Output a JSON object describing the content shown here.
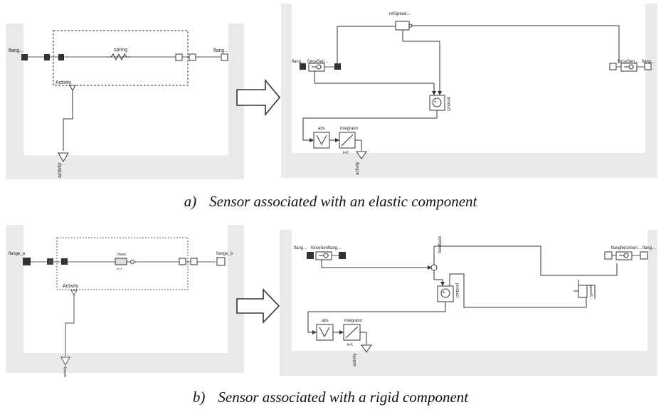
{
  "captions": {
    "a": {
      "letter": "a)",
      "text": "Sensor associated with an elastic component"
    },
    "b": {
      "letter": "b)",
      "text": "Sensor associated with a rigid component"
    }
  },
  "top_left": {
    "flange_left": "flang...",
    "flange_right": "flang...",
    "component": "spring",
    "activity_port": "Activity",
    "activity_out": "activity"
  },
  "top_right": {
    "flange_left": "flang...",
    "sensor_left": "forceSen...",
    "ref_speed": "refSpeed...",
    "sensor_right": "forceSen...",
    "flange_right": "flang...",
    "product": "product",
    "abs": "abs",
    "integrator": "integrator",
    "k": "k=1",
    "activity_out": "activity"
  },
  "bottom_left": {
    "flange_left": "flange_a",
    "flange_right": "flange_b",
    "component": "mass",
    "component_sub": "m=1",
    "activity_port": "Activity",
    "activity_out": "activity"
  },
  "bottom_right": {
    "flange_left": "flang...",
    "sensor_left": "forceSenflang...",
    "feedback": "feedback",
    "product": "product",
    "sensor_right": "flangforceSen...",
    "flange_right": "flang...",
    "speed_sensor": "speedS...",
    "abs": "abs",
    "integrator": "integrator",
    "k": "k=1",
    "activity_out": "activity"
  }
}
